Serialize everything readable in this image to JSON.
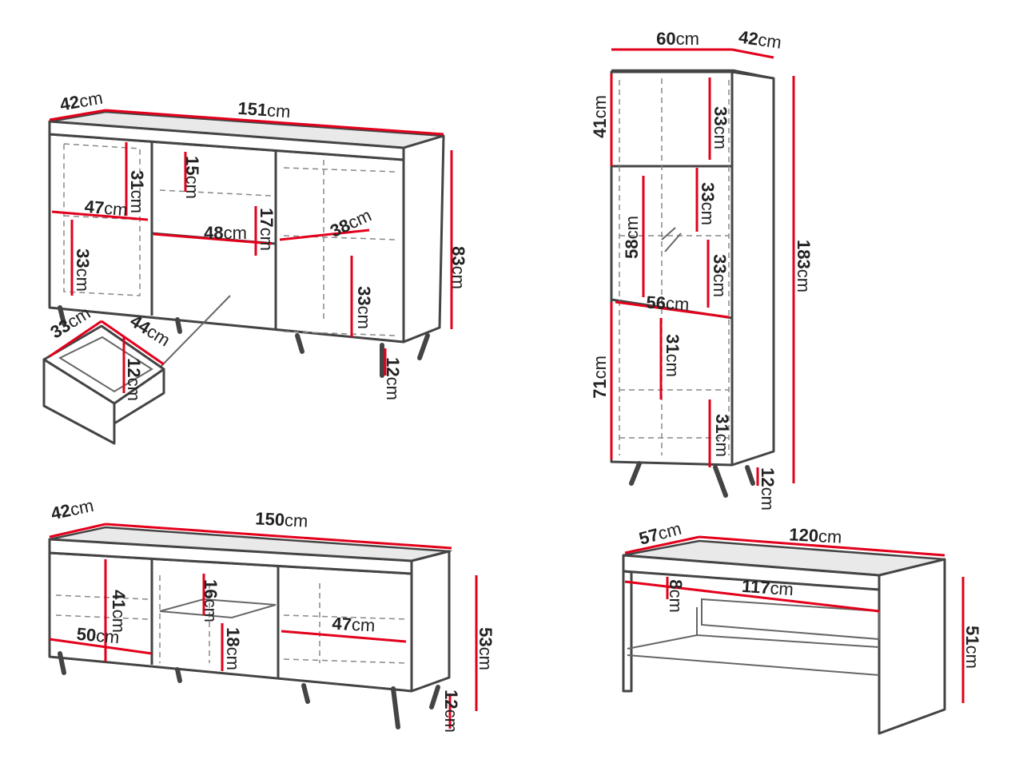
{
  "unit": "cm",
  "colors": {
    "dimension_line": "#e3001b",
    "outline": "#444444"
  },
  "sideboard": {
    "depth": "42",
    "width": "151",
    "height": "83",
    "left_upper_shelf": "31",
    "left_shelf_width": "47",
    "left_lower": "33",
    "middle_top": "15",
    "middle_lower": "17",
    "middle_width": "48",
    "right_depth": "38",
    "right_lower": "33",
    "leg": "12",
    "drawer": {
      "depth": "33",
      "width": "44",
      "height": "12"
    }
  },
  "tall_cabinet": {
    "width": "60",
    "depth": "42",
    "height": "183",
    "top_section": "41",
    "top_shelf": "33",
    "glass_upper": "33",
    "glass_section": "58",
    "glass_lower": "33",
    "inner_width": "56",
    "bottom_upper": "31",
    "bottom_section": "71",
    "bottom_lower": "31",
    "leg": "12"
  },
  "tv_stand": {
    "depth": "42",
    "width": "150",
    "left_height": "41",
    "left_width": "50",
    "middle_upper": "16",
    "middle_lower": "18",
    "right_width": "47",
    "height": "53",
    "leg": "12"
  },
  "coffee_table": {
    "depth": "57",
    "width": "120",
    "shelf_gap": "8",
    "shelf_width": "117",
    "height": "51"
  }
}
